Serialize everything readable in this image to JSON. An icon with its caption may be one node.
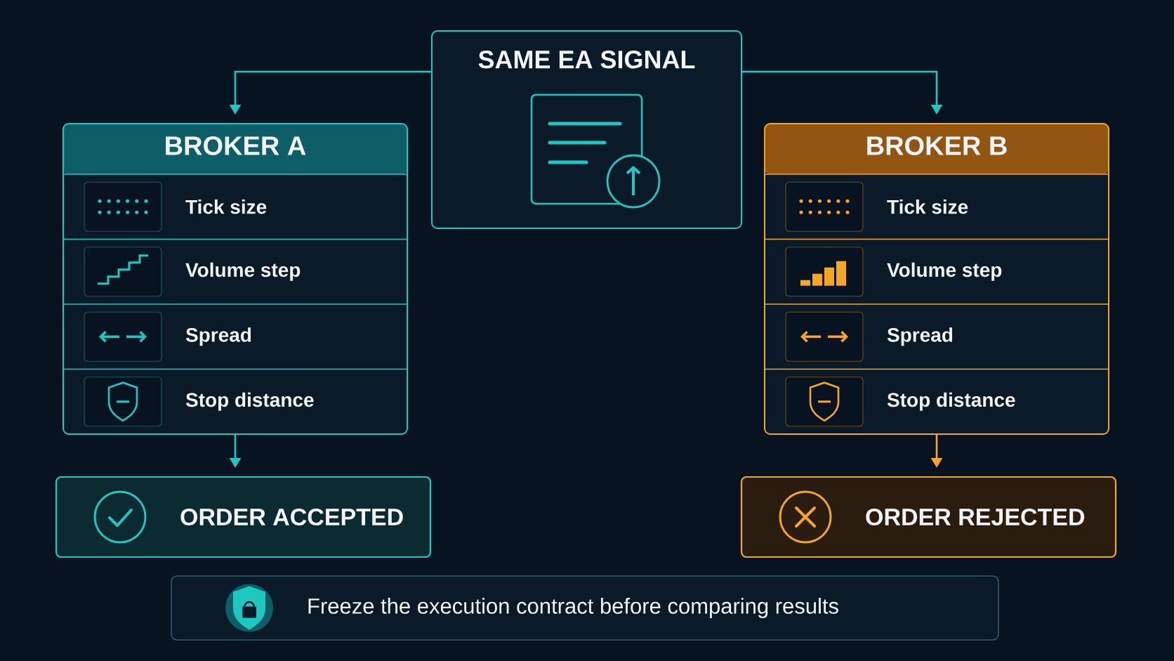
{
  "diagram": {
    "nodes": [
      {
        "text": [
          "SAME EA SIGNAL"
        ]
      },
      {
        "text": [
          "BROKER A"
        ]
      },
      {
        "text": [
          "Tick size"
        ],
        "in": 1
      },
      {
        "text": [
          "Volume step"
        ],
        "in": 1
      },
      {
        "text": [
          "Spread"
        ],
        "in": 1
      },
      {
        "text": [
          "Stop distance"
        ],
        "in": 1
      },
      {
        "text": [
          "BROKER B"
        ]
      },
      {
        "text": [
          "Tick size"
        ],
        "in": 6
      },
      {
        "text": [
          "Volume step"
        ],
        "in": 6
      },
      {
        "text": [
          "Spread"
        ],
        "in": 6
      },
      {
        "text": [
          "Stop distance"
        ],
        "in": 6
      },
      {
        "text": [
          "ORDER ACCEPTED"
        ]
      },
      {
        "text": [
          "ORDER REJECTED"
        ]
      },
      {
        "text": [
          "Freeze the execution contract before comparing results"
        ]
      }
    ],
    "edges": [
      {
        "from": 0,
        "to": 1,
        "arrow": "to"
      },
      {
        "from": 0,
        "to": 6,
        "arrow": "to"
      },
      {
        "from": 1,
        "to": 11,
        "arrow": "to"
      },
      {
        "from": 6,
        "to": 12,
        "arrow": "to",
        "color": "#f5a623"
      }
    ]
  }
}
